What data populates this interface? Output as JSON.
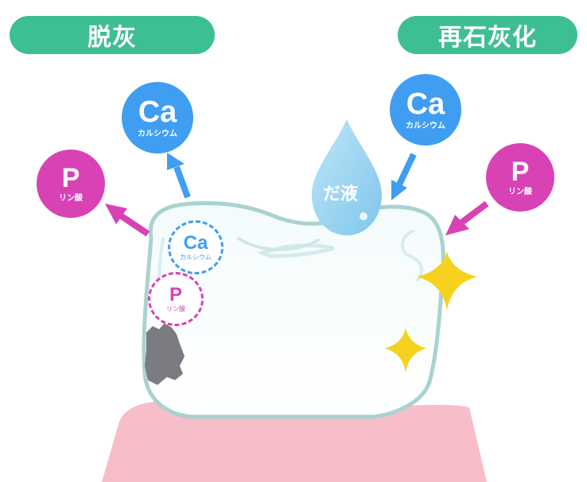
{
  "labels": {
    "left_heading": "脱灰",
    "right_heading": "再石灰化",
    "saliva": "だ液"
  },
  "ions": {
    "ca_left": {
      "symbol": "Ca",
      "name": "カルシウム"
    },
    "p_left": {
      "symbol": "P",
      "name": "リン酸"
    },
    "ca_right": {
      "symbol": "Ca",
      "name": "カルシウム"
    },
    "p_right": {
      "symbol": "P",
      "name": "リン酸"
    },
    "ca_small": {
      "symbol": "Ca",
      "name": "カルシウム"
    },
    "p_small": {
      "symbol": "P",
      "name": "リン酸"
    }
  },
  "colors": {
    "heading_green": "#3dbf93",
    "calcium_blue": "#3f9ef2",
    "phosphate_magenta": "#d842b5",
    "tooth_outline": "#a9d2d0",
    "gum_pink": "#f7bdc8",
    "saliva_drop": "#9fd6f2",
    "sparkle_yellow": "#f6d21e",
    "cavity_gray": "#7b7b82"
  }
}
